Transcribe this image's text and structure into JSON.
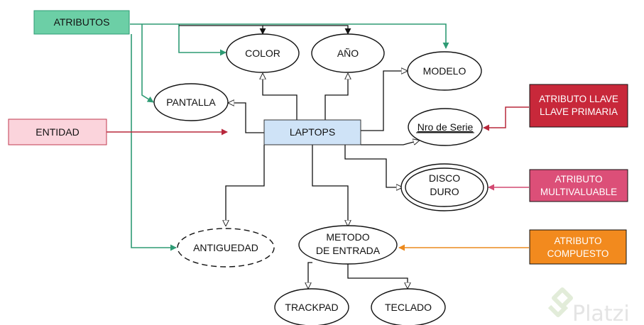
{
  "labels": {
    "atributos": "ATRIBUTOS",
    "entidad": "ENTIDAD",
    "laptops": "LAPTOPS",
    "color": "COLOR",
    "anio": "AÑO",
    "modelo": "MODELO",
    "pantalla": "PANTALLA",
    "nro_serie": "Nro de Serie",
    "disco_l1": "DISCO",
    "disco_l2": "DURO",
    "antiguedad": "ANTIGUEDAD",
    "metodo_l1": "METODO",
    "metodo_l2": "DE ENTRADA",
    "trackpad": "TRACKPAD",
    "teclado": "TECLADO",
    "llave_l1": "ATRIBUTO LLAVE",
    "llave_l2": "LLAVE PRIMARIA",
    "multi_l1": "ATRIBUTO",
    "multi_l2": "MULTIVALUABLE",
    "comp_l1": "ATRIBUTO",
    "comp_l2": "COMPUESTO",
    "watermark": "Platzi"
  },
  "colors": {
    "atributos_fill": "#6ccfa6",
    "atributos_line": "#2e9b74",
    "entidad_fill": "#fbd4dc",
    "entidad_line": "#c0394f",
    "laptops_fill": "#cfe3f7",
    "llave_fill": "#c8283a",
    "multi_fill": "#dc4f78",
    "comp_fill": "#f28a1e"
  }
}
